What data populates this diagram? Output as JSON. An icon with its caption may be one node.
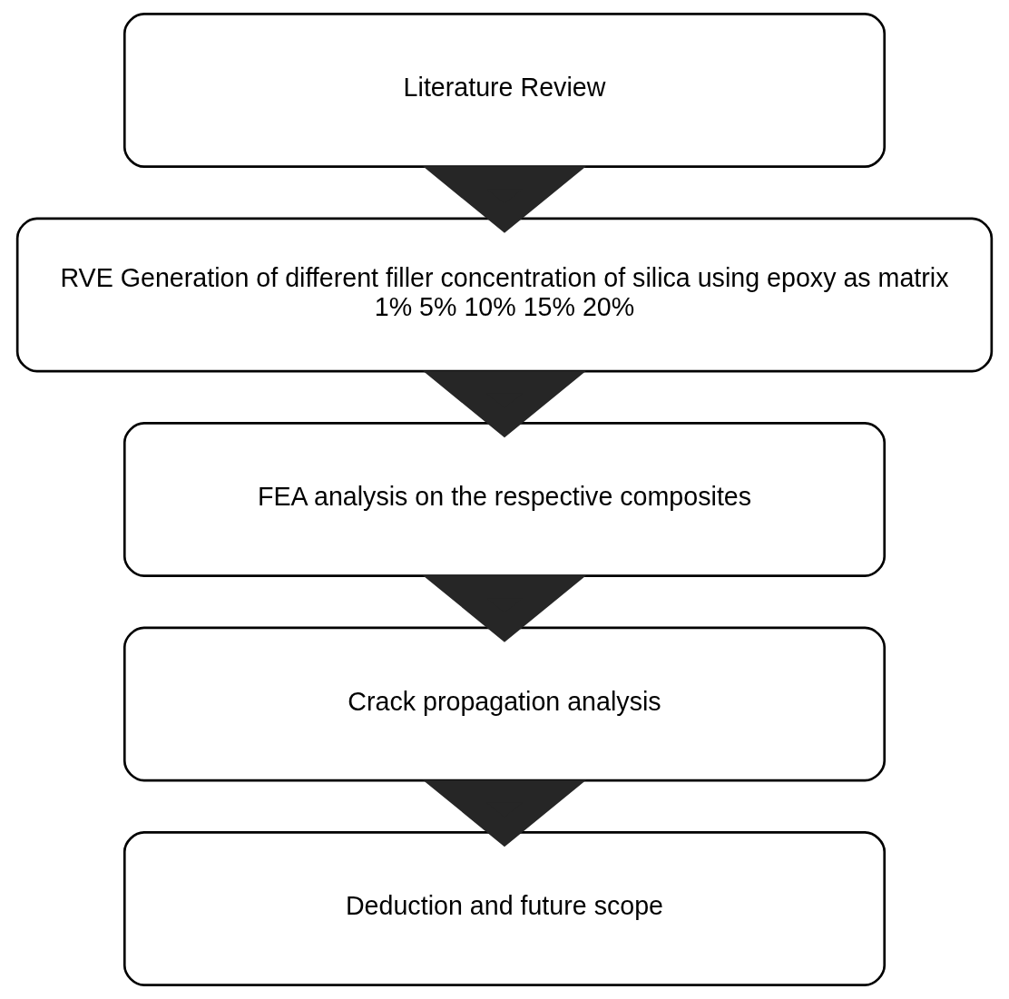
{
  "diagram": {
    "nodes": [
      {
        "text": [
          "Literature Review"
        ]
      },
      {
        "text": [
          "RVE Generation of different filler concentration of silica using epoxy as matrix",
          "1% 5% 10% 15% 20%"
        ]
      },
      {
        "text": [
          "FEA analysis on the respective composites"
        ]
      },
      {
        "text": [
          "Crack propagation analysis"
        ]
      },
      {
        "text": [
          "Deduction and future scope"
        ]
      }
    ],
    "edges": [
      {
        "from": 0,
        "to": 1,
        "arrow": "to"
      },
      {
        "from": 1,
        "to": 2,
        "arrow": "to"
      },
      {
        "from": 2,
        "to": 3,
        "arrow": "to"
      },
      {
        "from": 3,
        "to": 4,
        "arrow": "to"
      }
    ]
  }
}
